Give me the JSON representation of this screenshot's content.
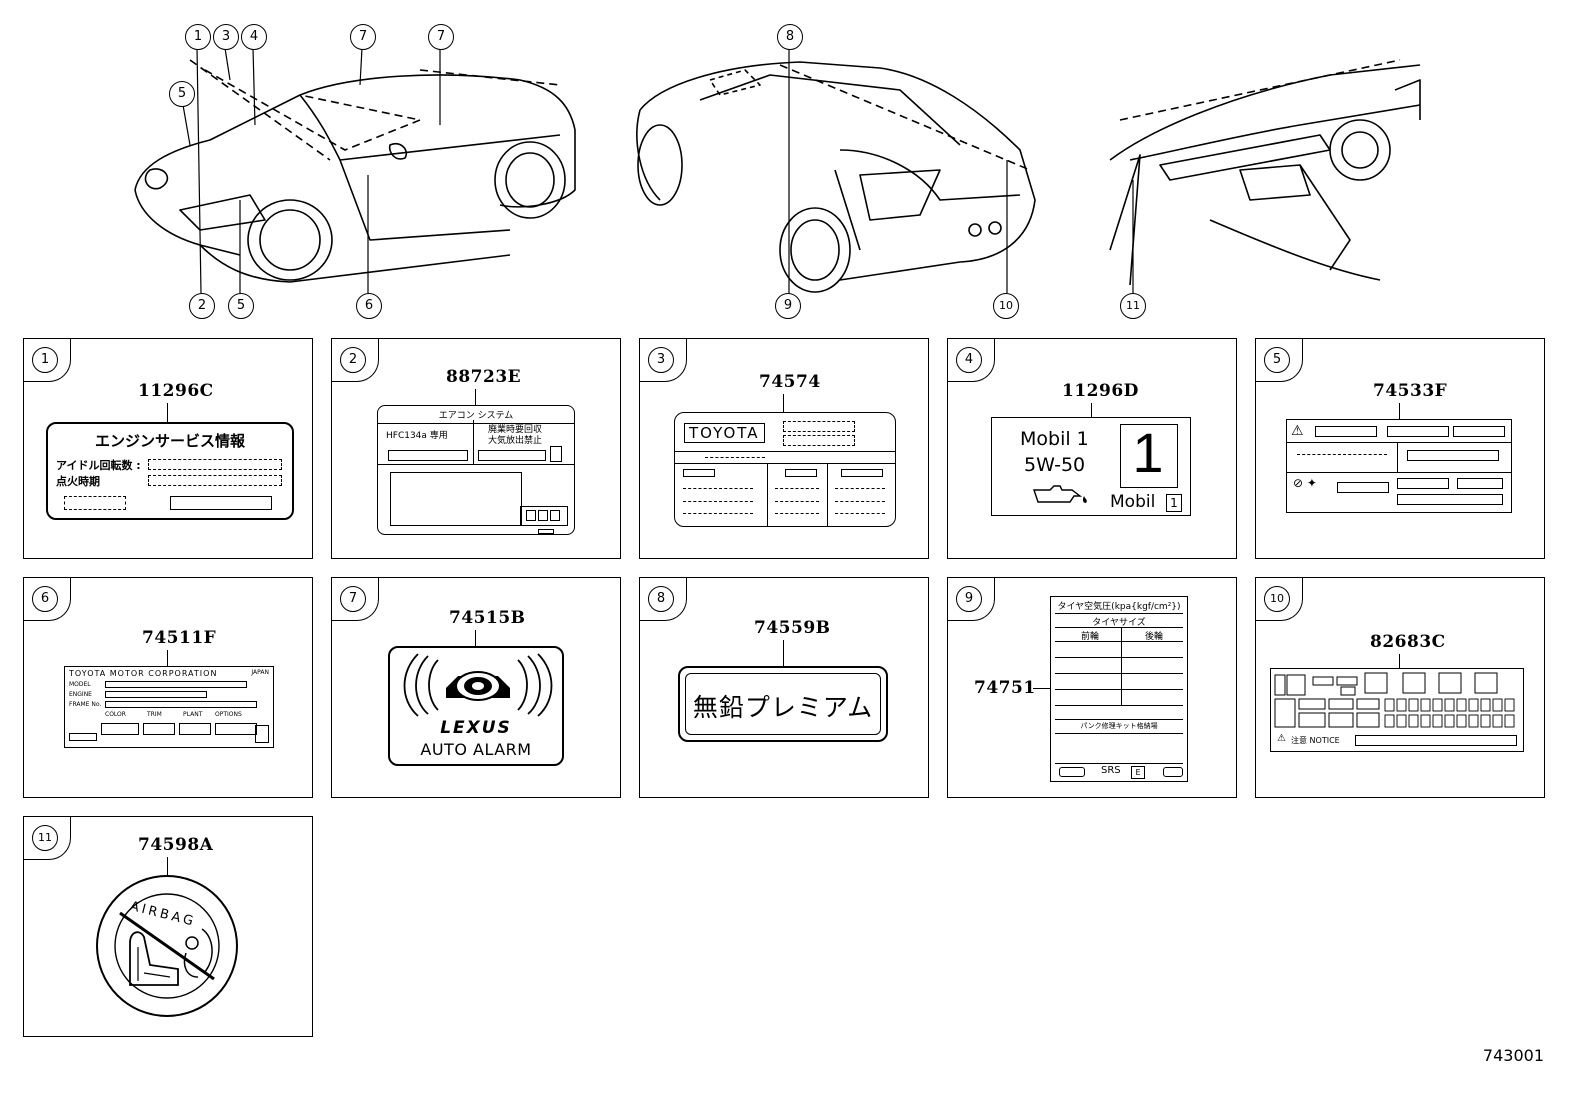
{
  "document_id": "743001",
  "top_callouts": [
    "1",
    "3",
    "4",
    "5",
    "7",
    "7",
    "8",
    "2",
    "5",
    "6",
    "9",
    "10",
    "11"
  ],
  "panels": [
    {
      "num": "1",
      "code": "11296C",
      "title": "エンジンサービス情報",
      "row1": "アイドル回転数 :",
      "row2": "点火時期"
    },
    {
      "num": "2",
      "code": "88723E",
      "header": "エアコン システム",
      "left": "HFC134a 専用",
      "right1": "廃業時要回収",
      "right2": "大気放出禁止"
    },
    {
      "num": "3",
      "code": "74574",
      "brand": "TOYOTA"
    },
    {
      "num": "4",
      "code": "11296D",
      "line1": "Mobil 1",
      "line2": "5W-50",
      "big": "1",
      "footer": "Mobil"
    },
    {
      "num": "5",
      "code": "74533F"
    },
    {
      "num": "6",
      "code": "74511F",
      "brand": "TOYOTA MOTOR CORPORATION",
      "country": "JAPAN",
      "f1": "MODEL",
      "f2": "ENGINE",
      "f3": "FRAME No.",
      "c1": "COLOR",
      "c2": "TRIM",
      "c3": "PLANT",
      "c4": "OPTIONS"
    },
    {
      "num": "7",
      "code": "74515B",
      "logo": "LEXUS",
      "text": "AUTO ALARM"
    },
    {
      "num": "8",
      "code": "74559B",
      "text": "無鉛プレミアム"
    },
    {
      "num": "9",
      "code": "74751",
      "header": "タイヤ空気圧(kpa{kgf/cm²})",
      "sub": "タイヤサイズ",
      "col1": "前輪",
      "col2": "後輪",
      "note": "パンク修理キット格納場",
      "srs": "SRS"
    },
    {
      "num": "10",
      "code": "82683C",
      "notice": "注意 NOTICE"
    },
    {
      "num": "11",
      "code": "74598A",
      "text": "AIRBAG"
    }
  ]
}
